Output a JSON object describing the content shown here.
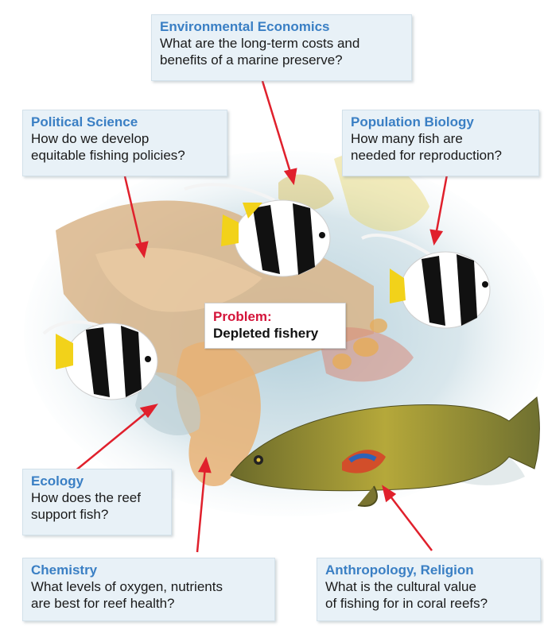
{
  "colors": {
    "heading": "#3a7fc4",
    "problem_heading": "#d4143a",
    "arrow": "#e0202c",
    "box_fill": "#e8f1f7"
  },
  "problem": {
    "label": "Problem:",
    "text": "Depleted fishery"
  },
  "boxes": {
    "environmental_economics": {
      "heading": "Environmental Economics",
      "lines": [
        "What are the long-term costs and",
        "benefits of a marine preserve?"
      ]
    },
    "political_science": {
      "heading": "Political Science",
      "lines": [
        "How do we develop",
        "equitable fishing policies?"
      ]
    },
    "population_biology": {
      "heading": "Population Biology",
      "lines": [
        "How many fish are",
        "needed for reproduction?"
      ]
    },
    "ecology": {
      "heading": "Ecology",
      "lines": [
        "How does the reef",
        "support fish?"
      ]
    },
    "chemistry": {
      "heading": "Chemistry",
      "lines": [
        "What levels of oxygen, nutrients",
        "are best for reef health?"
      ]
    },
    "anthropology_religion": {
      "heading": "Anthropology, Religion",
      "lines": [
        "What is the cultural value",
        "of fishing for in coral reefs?"
      ]
    }
  }
}
